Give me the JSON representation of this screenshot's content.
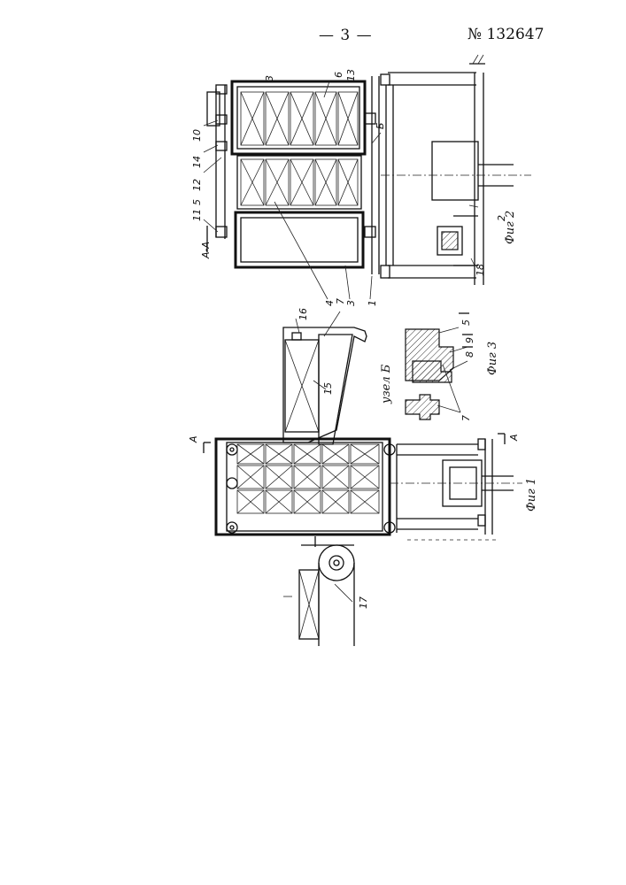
{
  "header": {
    "page_number": "— 3 —",
    "patent_number": "№ 132647"
  },
  "figures": {
    "fig1": {
      "caption": "Фиг 1",
      "section_mark_left": "А",
      "section_mark_right": "А"
    },
    "fig2": {
      "caption": "Фиг 2",
      "section_label": "А-А"
    },
    "fig3": {
      "caption": "Фиг 3",
      "node_label": "узел Б"
    }
  },
  "callouts": [
    "1",
    "2",
    "3",
    "3",
    "4",
    "5",
    "6",
    "7",
    "7",
    "8",
    "9",
    "10",
    "11",
    "12",
    "13",
    "14",
    "15",
    "16",
    "17",
    "18",
    "Б"
  ]
}
